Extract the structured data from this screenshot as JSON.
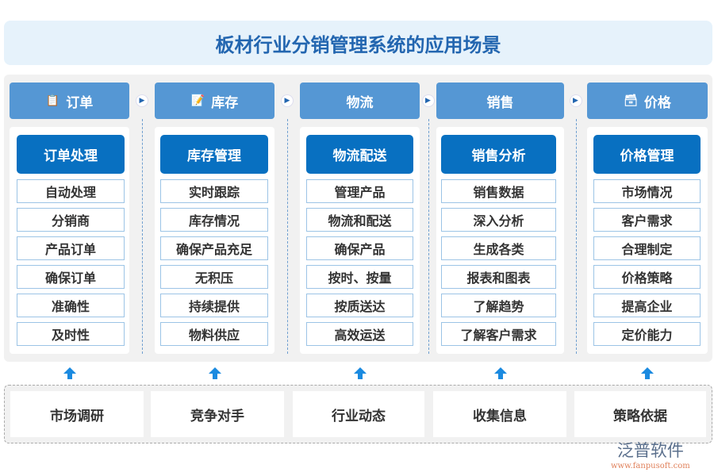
{
  "title": "板材行业分销管理系统的应用场景",
  "columns": [
    {
      "header": "订单",
      "icon": "clipboard-icon",
      "sub": "订单处理",
      "items": [
        "自动处理",
        "分销商",
        "产品订单",
        "确保订单",
        "准确性",
        "及时性"
      ]
    },
    {
      "header": "库存",
      "icon": "document-edit-icon",
      "sub": "库存管理",
      "items": [
        "实时跟踪",
        "库存情况",
        "确保产品充足",
        "无积压",
        "持续提供",
        "物料供应"
      ]
    },
    {
      "header": "物流",
      "icon": "",
      "sub": "物流配送",
      "items": [
        "管理产品",
        "物流和配送",
        "确保产品",
        "按时、按量",
        "按质送达",
        "高效运送"
      ]
    },
    {
      "header": "销售",
      "icon": "",
      "sub": "销售分析",
      "items": [
        "销售数据",
        "深入分析",
        "生成各类",
        "报表和图表",
        "了解趋势",
        "了解客户需求"
      ]
    },
    {
      "header": "价格",
      "icon": "box-icon",
      "sub": "价格管理",
      "items": [
        "市场情况",
        "客户需求",
        "合理制定",
        "价格策略",
        "提高企业",
        "定价能力"
      ]
    }
  ],
  "bottom": [
    "市场调研",
    "竞争对手",
    "行业动态",
    "收集信息",
    "策略依据"
  ],
  "logo": {
    "name": "泛普软件",
    "url": "www.fanpusoft.com"
  }
}
